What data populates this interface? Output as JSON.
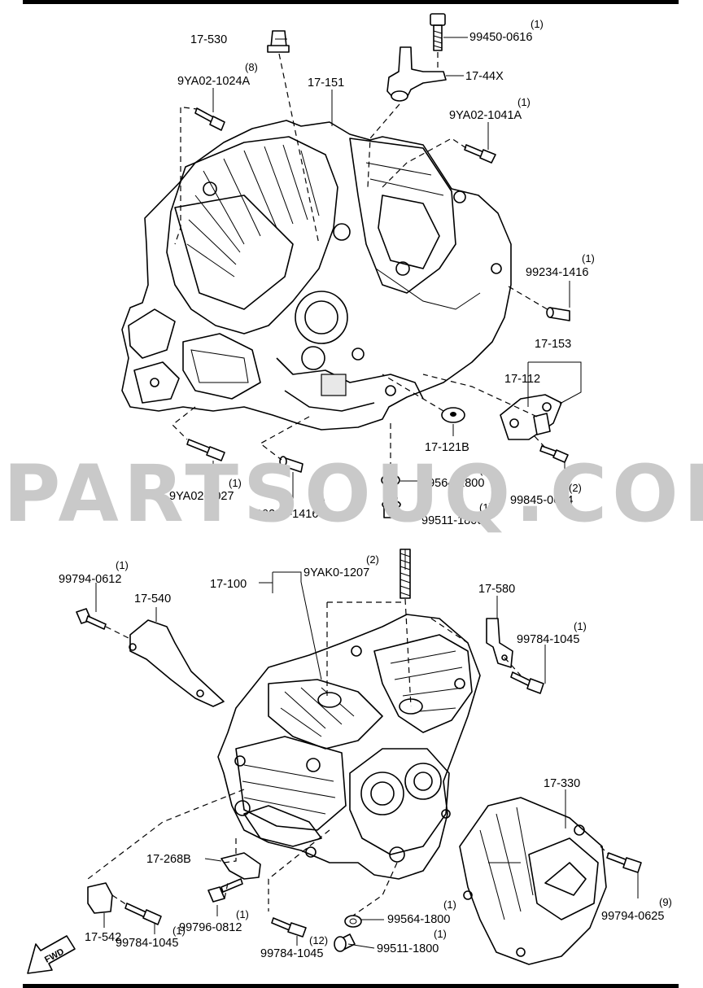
{
  "watermark": "PARTSOUQ.COM",
  "upper": {
    "parts": [
      {
        "code": "17-530",
        "qty": ""
      },
      {
        "code": "99450-0616",
        "qty": "(1)"
      },
      {
        "code": "17-44X",
        "qty": ""
      },
      {
        "code": "9YA02-1024A",
        "qty": "(8)"
      },
      {
        "code": "17-151",
        "qty": ""
      },
      {
        "code": "9YA02-1041A",
        "qty": "(1)"
      },
      {
        "code": "99234-1416",
        "qty": "(1)"
      },
      {
        "code": "17-153",
        "qty": ""
      },
      {
        "code": "17-112",
        "qty": ""
      },
      {
        "code": "17-121B",
        "qty": ""
      },
      {
        "code": "99564-1800",
        "qty": "(1)"
      },
      {
        "code": "99511-1800",
        "qty": "(1)"
      },
      {
        "code": "99845-0614",
        "qty": "(2)"
      },
      {
        "code": "9YA02-1027",
        "qty": "(1)"
      },
      {
        "code": "99234-1416",
        "qty": "(1)"
      }
    ]
  },
  "lower": {
    "parts": [
      {
        "code": "99794-0612",
        "qty": "(1)"
      },
      {
        "code": "17-540",
        "qty": ""
      },
      {
        "code": "17-100",
        "qty": ""
      },
      {
        "code": "9YAK0-1207",
        "qty": "(2)"
      },
      {
        "code": "17-580",
        "qty": ""
      },
      {
        "code": "99784-1045",
        "qty": "(1)"
      },
      {
        "code": "17-330",
        "qty": ""
      },
      {
        "code": "17-268B",
        "qty": ""
      },
      {
        "code": "99796-0812",
        "qty": "(1)"
      },
      {
        "code": "99564-1800",
        "qty": "(1)"
      },
      {
        "code": "99511-1800",
        "qty": "(1)"
      },
      {
        "code": "99794-0625",
        "qty": "(9)"
      },
      {
        "code": "17-542",
        "qty": ""
      },
      {
        "code": "99784-1045",
        "qty": "(1)"
      },
      {
        "code": "99784-1045",
        "qty": "(12)"
      }
    ]
  },
  "fwd_label": "FWD"
}
